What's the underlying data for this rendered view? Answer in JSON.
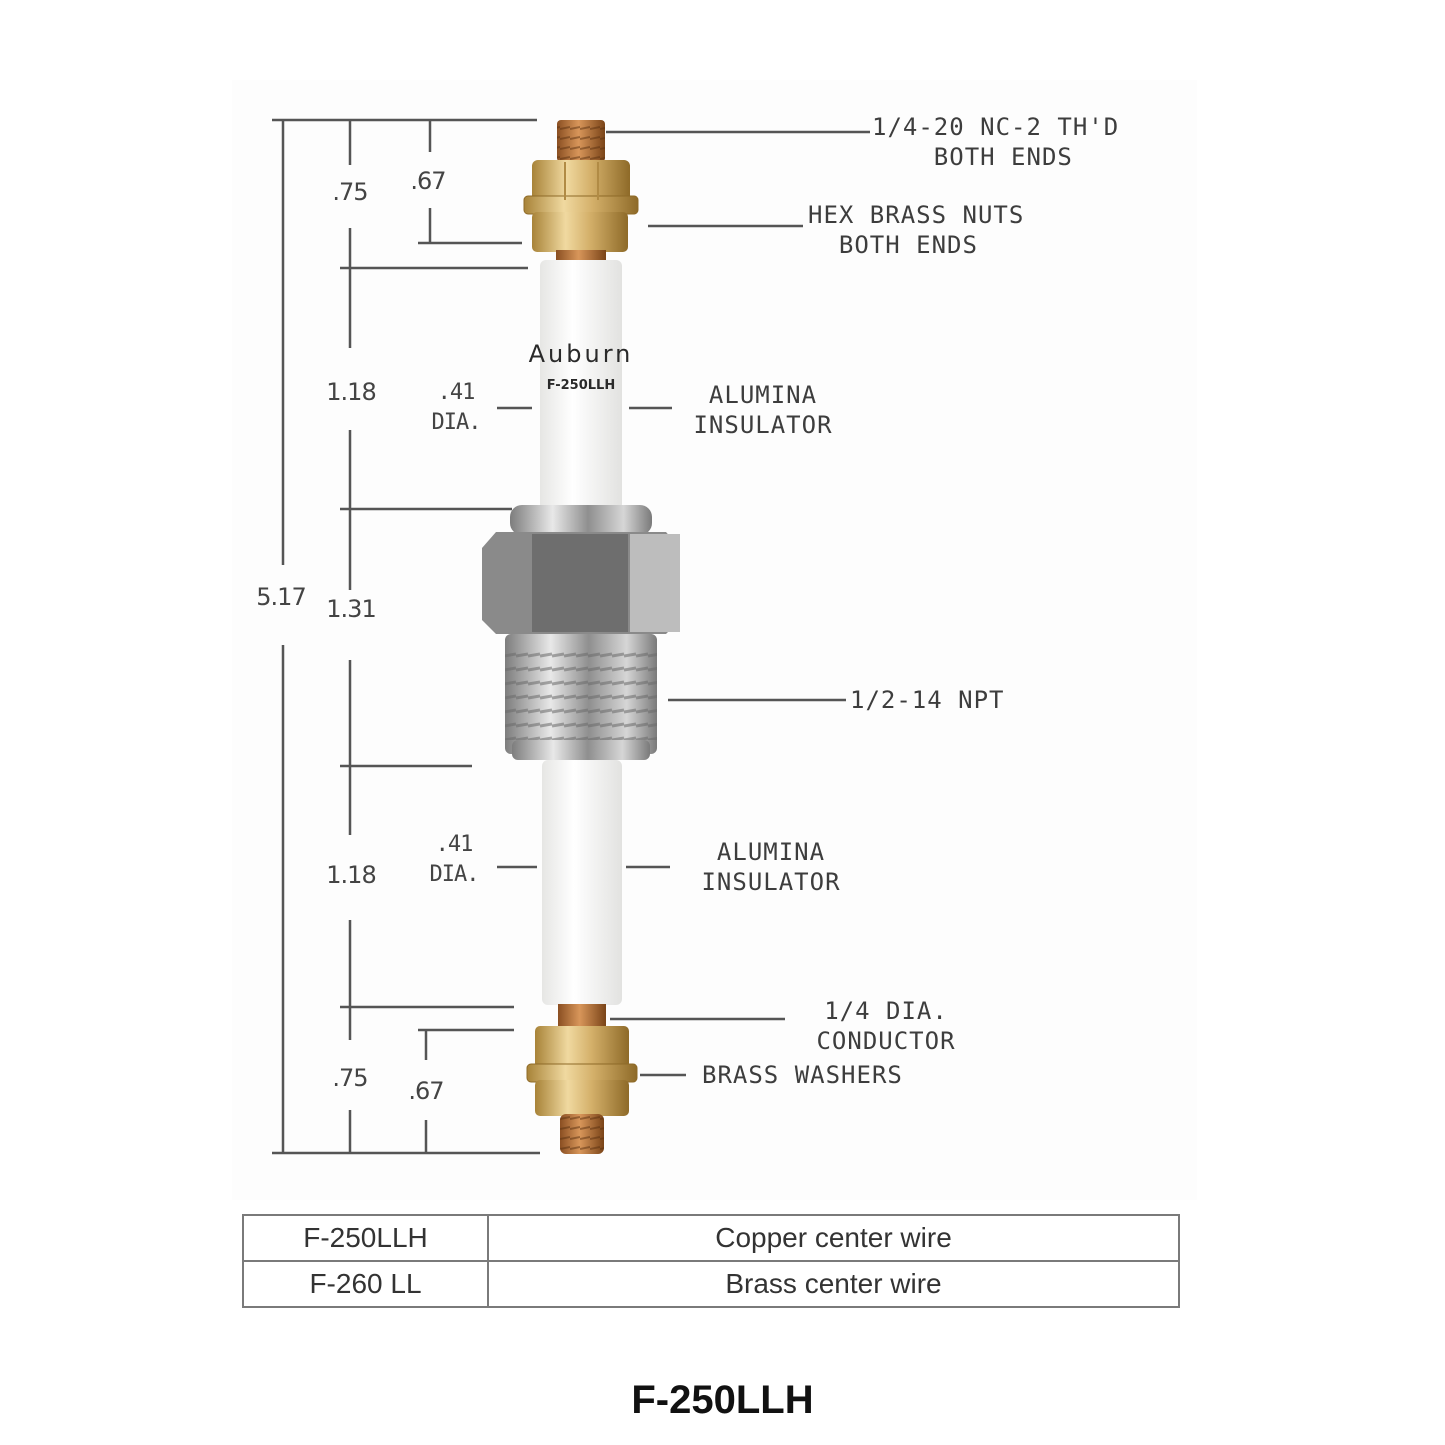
{
  "title": "F-250LLH",
  "insulator_marking": {
    "brand": "Auburn",
    "model": "F-250LLH"
  },
  "dimensions": {
    "overall_length": "5.17",
    "top_terminal": ".75",
    "top_thread": ".67",
    "upper_insulator_length": "1.18",
    "upper_insulator_dia": ".41\nDIA.",
    "fitting_length": "1.31",
    "lower_insulator_length": "1.18",
    "lower_insulator_dia": ".41\nDIA.",
    "bottom_terminal": ".75",
    "bottom_thread": ".67"
  },
  "callouts": {
    "thread": "1/4-20 NC-2 TH'D\n    BOTH ENDS",
    "nuts": "HEX BRASS NUTS\n  BOTH ENDS",
    "upper_insulator": "ALUMINA\nINSULATOR",
    "npt": "1/2-14 NPT",
    "lower_insulator": "ALUMINA\nINSULATOR",
    "conductor": "1/4 DIA.\nCONDUCTOR",
    "washers": "BRASS WASHERS"
  },
  "table": {
    "rows": [
      {
        "model": "F-250LLH",
        "description": "Copper center wire"
      },
      {
        "model": "F-260 LL",
        "description": "Brass center wire"
      }
    ]
  },
  "colors": {
    "brass": "#c9a45a",
    "copper": "#b8733a",
    "steel": "#9a9a9a",
    "ceramic": "#f4f4f2",
    "line": "#4a4a4a"
  }
}
